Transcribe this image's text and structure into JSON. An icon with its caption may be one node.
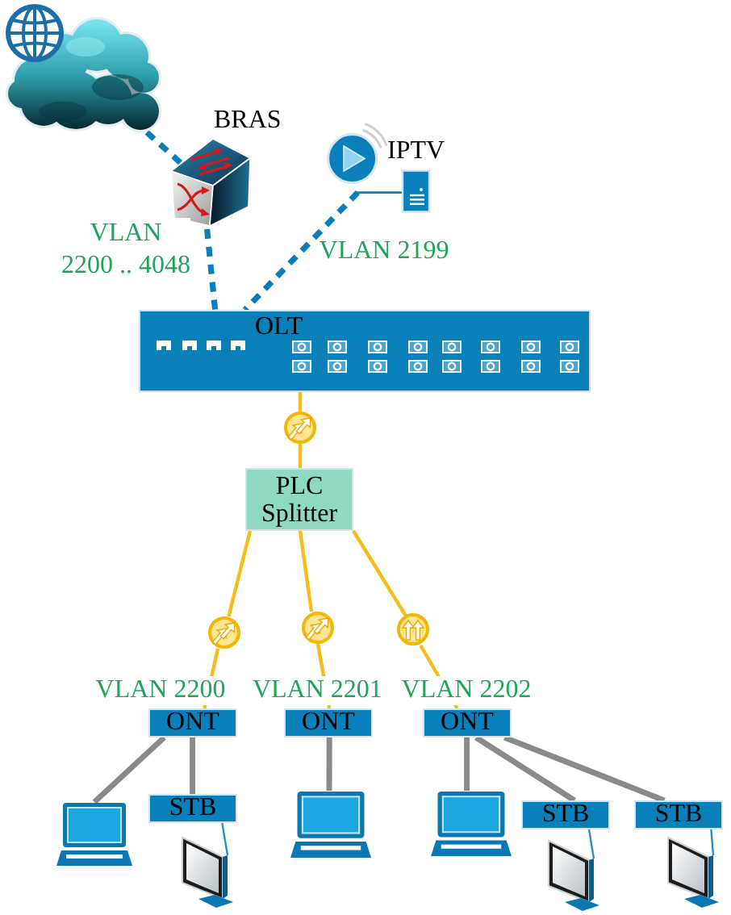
{
  "diagram": {
    "nodes": [
      {
        "text": [],
        "shape": "cloud"
      },
      {
        "text": [
          "BRAS"
        ]
      },
      {
        "text": [
          "IPTV"
        ]
      },
      {
        "text": [
          "OLT"
        ]
      },
      {
        "text": [],
        "shape": "circle"
      },
      {
        "text": [
          "PLC Splitter"
        ]
      },
      {
        "text": [],
        "shape": "circle"
      },
      {
        "text": [],
        "shape": "circle"
      },
      {
        "text": [],
        "shape": "circle"
      },
      {
        "text": [
          "ONT"
        ]
      },
      {
        "text": [
          "ONT"
        ]
      },
      {
        "text": [
          "ONT"
        ]
      },
      {
        "text": [],
        "shape": "picture"
      },
      {
        "text": [
          "STB"
        ]
      },
      {
        "text": [],
        "shape": "picture"
      },
      {
        "text": [],
        "shape": "picture"
      },
      {
        "text": [
          "STB"
        ]
      },
      {
        "text": [
          "STB"
        ]
      },
      {
        "text": [],
        "shape": "picture"
      },
      {
        "text": [],
        "shape": "picture"
      },
      {
        "text": [],
        "shape": "picture"
      }
    ],
    "edges": [
      {
        "from": 0,
        "to": 1,
        "arrow": "none",
        "style": "dashed",
        "color": "#0b7db8"
      },
      {
        "from": 1,
        "to": 3,
        "arrow": "none",
        "style": "dashed",
        "color": "#0b7db8",
        "label": "VLAN 2200 .. 4048"
      },
      {
        "from": 2,
        "to": 3,
        "arrow": "none",
        "style": "dashed",
        "color": "#0b7db8",
        "label": "VLAN 2199"
      },
      {
        "from": 3,
        "to": 4,
        "arrow": "none"
      },
      {
        "from": 4,
        "to": 5,
        "arrow": "none"
      },
      {
        "from": 5,
        "to": 6,
        "arrow": "none"
      },
      {
        "from": 5,
        "to": 7,
        "arrow": "none"
      },
      {
        "from": 5,
        "to": 8,
        "arrow": "none"
      },
      {
        "from": 6,
        "to": 9,
        "arrow": "none",
        "label": "VLAN 2200"
      },
      {
        "from": 7,
        "to": 10,
        "arrow": "none",
        "label": "VLAN 2201"
      },
      {
        "from": 8,
        "to": 11,
        "arrow": "none",
        "label": "VLAN 2202"
      },
      {
        "from": 9,
        "to": 12,
        "arrow": "none",
        "color": "#8a8a8a"
      },
      {
        "from": 9,
        "to": 13,
        "arrow": "none",
        "color": "#8a8a8a"
      },
      {
        "from": 10,
        "to": 14,
        "arrow": "none",
        "color": "#8a8a8a"
      },
      {
        "from": 11,
        "to": 15,
        "arrow": "none",
        "color": "#8a8a8a"
      },
      {
        "from": 11,
        "to": 16,
        "arrow": "none",
        "color": "#8a8a8a"
      },
      {
        "from": 11,
        "to": 17,
        "arrow": "none",
        "color": "#8a8a8a"
      },
      {
        "from": 13,
        "to": 18,
        "arrow": "none",
        "color": "#2a8fc6"
      },
      {
        "from": 16,
        "to": 19,
        "arrow": "none",
        "color": "#2a8fc6"
      },
      {
        "from": 17,
        "to": 20,
        "arrow": "none",
        "color": "#2a8fc6"
      }
    ]
  }
}
